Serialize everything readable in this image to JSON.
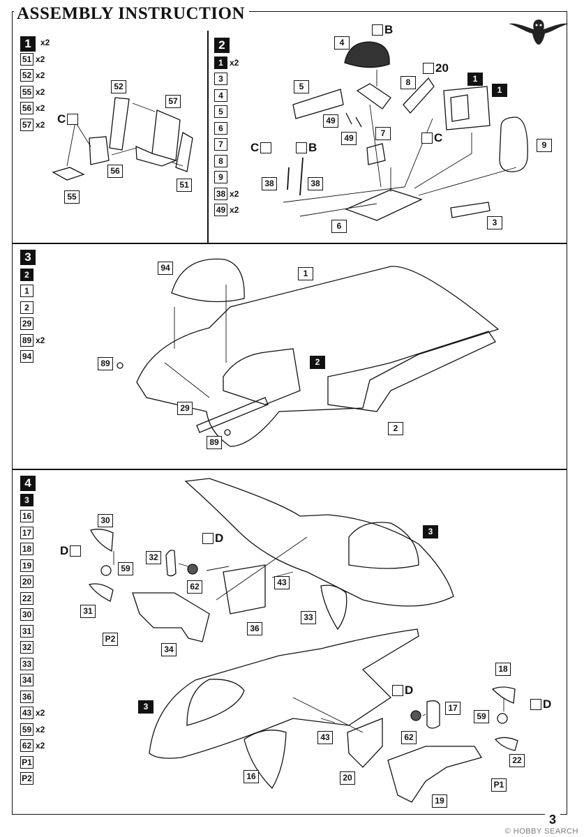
{
  "header": {
    "title": "ASSEMBLY INSTRUCTION",
    "page": "3"
  },
  "footer": {
    "watermark": "© HOBBY SEARCH"
  },
  "logo": {
    "icon": "owl-logo-icon"
  },
  "steps": [
    {
      "num": "1",
      "parts": [
        {
          "id": "1",
          "filled": true,
          "mult": "x2"
        },
        {
          "id": "51",
          "mult": "x2"
        },
        {
          "id": "52",
          "mult": "x2"
        },
        {
          "id": "55",
          "mult": "x2"
        },
        {
          "id": "56",
          "mult": "x2"
        },
        {
          "id": "57",
          "mult": "x2"
        }
      ],
      "callouts": [
        "52",
        "57",
        "56",
        "51",
        "55"
      ],
      "paint": [
        "C"
      ]
    },
    {
      "num": "2",
      "parts": [
        {
          "id": "1",
          "filled": true,
          "mult": "x2"
        },
        {
          "id": "3"
        },
        {
          "id": "4"
        },
        {
          "id": "5"
        },
        {
          "id": "6"
        },
        {
          "id": "7"
        },
        {
          "id": "8"
        },
        {
          "id": "9"
        },
        {
          "id": "38",
          "mult": "x2"
        },
        {
          "id": "49",
          "mult": "x2"
        }
      ],
      "callouts": [
        "4",
        "5",
        "8",
        "1",
        "49",
        "49",
        "7",
        "9",
        "38",
        "38",
        "6",
        "3"
      ],
      "paint": [
        "B",
        "20",
        "C",
        "C",
        "B"
      ]
    },
    {
      "num": "3",
      "parts": [
        {
          "id": "2",
          "filled": true
        },
        {
          "id": "1"
        },
        {
          "id": "2"
        },
        {
          "id": "29"
        },
        {
          "id": "89",
          "mult": "x2"
        },
        {
          "id": "94"
        }
      ],
      "callouts": [
        "94",
        "1",
        "89",
        "2",
        "29",
        "89",
        "2"
      ]
    },
    {
      "num": "4",
      "parts": [
        {
          "id": "3",
          "filled": true
        },
        {
          "id": "16"
        },
        {
          "id": "17"
        },
        {
          "id": "18"
        },
        {
          "id": "19"
        },
        {
          "id": "20"
        },
        {
          "id": "22"
        },
        {
          "id": "30"
        },
        {
          "id": "31"
        },
        {
          "id": "32"
        },
        {
          "id": "33"
        },
        {
          "id": "34"
        },
        {
          "id": "36"
        },
        {
          "id": "43",
          "mult": "x2"
        },
        {
          "id": "59",
          "mult": "x2"
        },
        {
          "id": "62",
          "mult": "x2"
        },
        {
          "id": "P1"
        },
        {
          "id": "P2"
        }
      ],
      "callouts": [
        "30",
        "59",
        "32",
        "62",
        "43",
        "33",
        "31",
        "P2",
        "34",
        "36",
        "3",
        "18",
        "17",
        "59",
        "62",
        "43",
        "3",
        "22",
        "16",
        "20",
        "P1",
        "19"
      ],
      "paint": [
        "D",
        "D",
        "D",
        "D"
      ]
    }
  ]
}
